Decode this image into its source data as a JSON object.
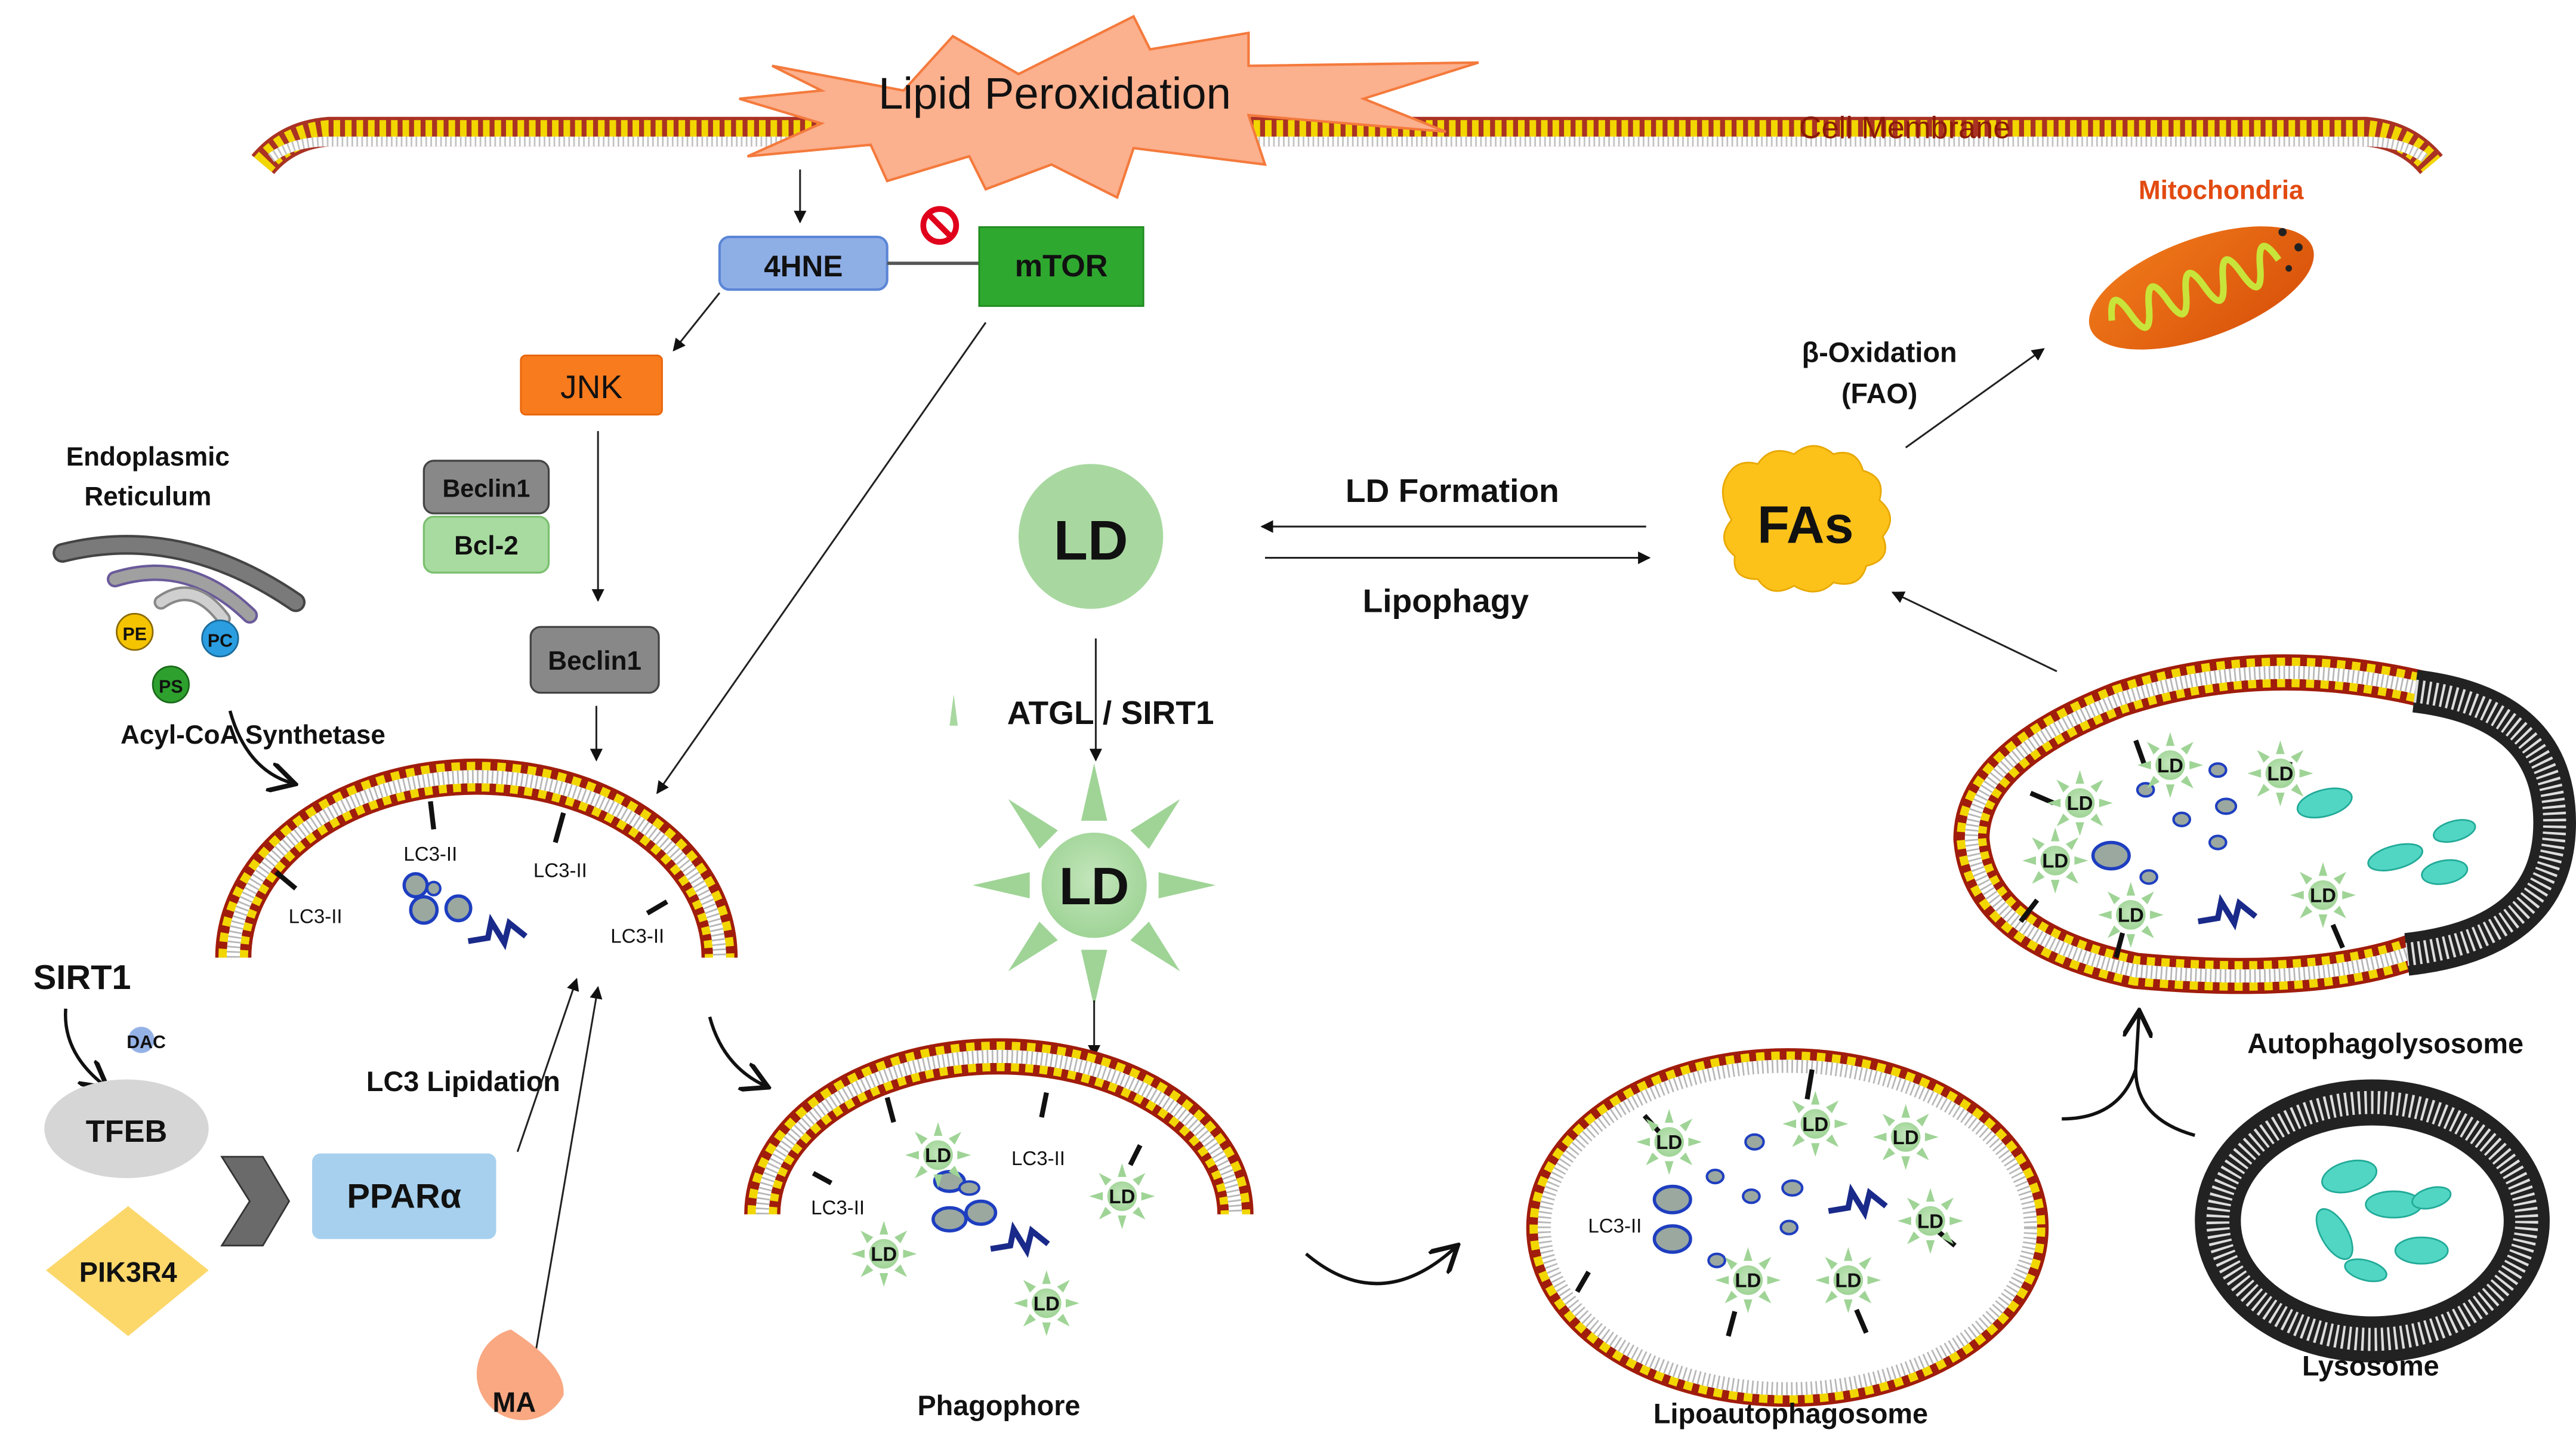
{
  "title": "Lipid peroxidation and lipophagy pathway",
  "colors": {
    "membrane_head": "#f2d600",
    "membrane_head_stroke": "#a01c0c",
    "burst_fill": "#fbb08e",
    "burst_stroke": "#f47a3c",
    "hne_fill": "#8eaee6",
    "mtor_fill": "#2fa82f",
    "jnk_fill": "#f87b1e",
    "beclin_fill": "#888888",
    "bcl2_fill": "#a8dba0",
    "ld_fill": "#a8d8a0",
    "fas_fill": "#fcc21a",
    "ppar_fill": "#a6d0ee",
    "tfeb_fill": "#d6d6d6",
    "pik3r4_fill": "#fcd76a",
    "ma_fill": "#f9a882",
    "lysosome_content": "#52d6c4",
    "vesicle_blue": "#1e3ec0",
    "cell_membrane_text": "#8b1a0a",
    "mitochondria_text": "#e24a10"
  },
  "labels": {
    "lipid_peroxidation": "Lipid Peroxidation",
    "cell_membrane": "Cell Membrane",
    "mitochondria": "Mitochondria",
    "hne": "4HNE",
    "mtor": "mTOR",
    "jnk": "JNK",
    "beclin1_complex": "Beclin1",
    "bcl2": "Bcl-2",
    "beclin1": "Beclin1",
    "er_line1": "Endoplasmic",
    "er_line2": "Reticulum",
    "pe": "PE",
    "pc": "PC",
    "ps": "PS",
    "acyl_coa": "Acyl-CoA Synthetase",
    "lc3_ii": "LC3-II",
    "sirt1": "SIRT1",
    "dac": "DAC",
    "tfeb": "TFEB",
    "pik3r4": "PIK3R4",
    "ppar": "PPARα",
    "lc3_lipidation": "LC3  Lipidation",
    "ma": "MA",
    "ld": "LD",
    "ld_formation": "LD Formation",
    "lipophagy": "Lipophagy",
    "fas": "FAs",
    "beta_ox_line1": "β-Oxidation",
    "beta_ox_line2": "(FAO)",
    "atgl_sirt1": "ATGL / SIRT1",
    "phagophore": "Phagophore",
    "lipoautophagosome": "Lipoautophagosome",
    "autophagolysosome": "Autophagolysosome",
    "lysosome": "Lysosome"
  }
}
